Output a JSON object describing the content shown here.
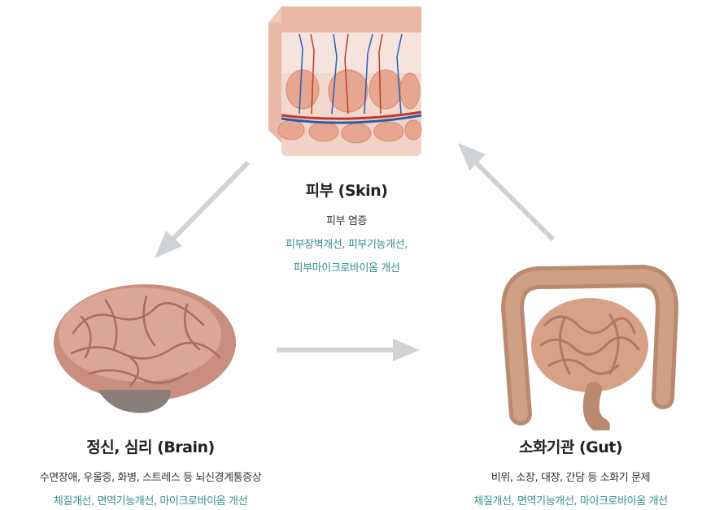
{
  "skin": {
    "title": "피부 (Skin)",
    "desc": "피부 염증",
    "benefit_line1": "피부장벽개선, 피부기능개선,",
    "benefit_line2": "피부마이크로바이옴 개선"
  },
  "brain": {
    "title": "정신, 심리 (Brain)",
    "desc": "수면장애, 우울증, 화병, 스트레스 등 뇌신경계통증상",
    "benefit": "체질개선, 면역기능개선, 마이크로바이옴 개선"
  },
  "gut": {
    "title": "소화기관 (Gut)",
    "desc": "비위, 소장, 대장, 간담 등 소화기 문제",
    "benefit": "체질개선, 면역기능개선, 마이크로바이옴 개선"
  },
  "colors": {
    "title": "#222222",
    "desc": "#333333",
    "benefit": "#2e8f8a",
    "arrow": "#cfd3d6"
  }
}
